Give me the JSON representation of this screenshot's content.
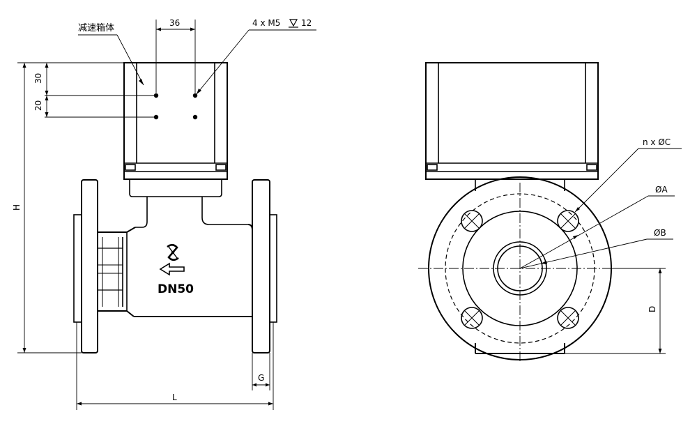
{
  "labels": {
    "gearbox": "减速箱体",
    "bolt_spacing": "36",
    "tapped_holes": "4 x M5",
    "tapped_depth": "12",
    "v_spacing_top": "30",
    "v_spacing_bottom": "20",
    "height": "H",
    "length": "L",
    "flange_thickness": "G",
    "bolt_holes": "n x ØC",
    "diameter_a": "ØA",
    "diameter_b": "ØB",
    "depth_d": "D",
    "body_marking": "DN50"
  },
  "icons": {
    "logo": "company-logo-icon",
    "flow_arrow": "flow-direction-arrow-icon",
    "depth_symbol": "depth-symbol-icon"
  }
}
